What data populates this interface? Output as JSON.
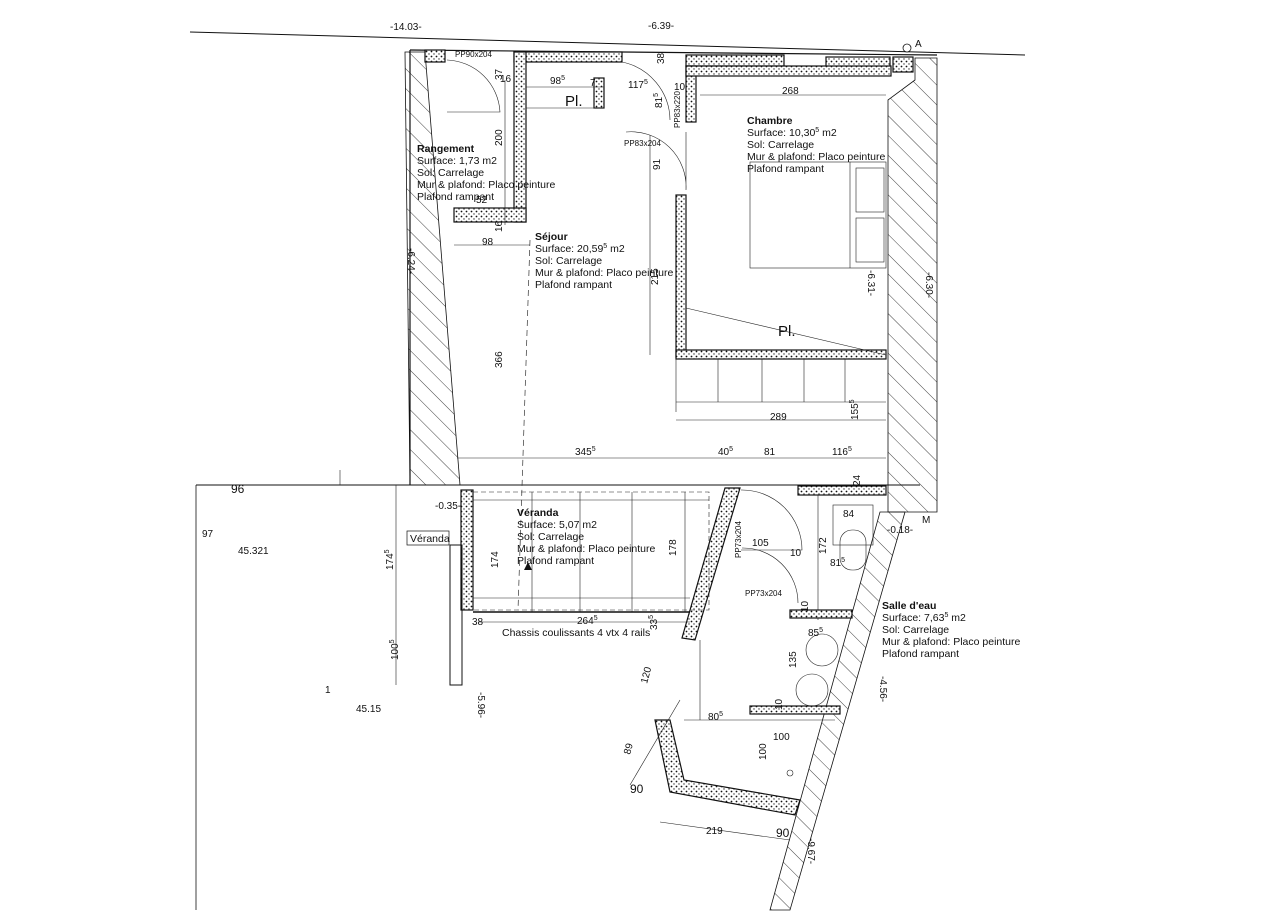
{
  "rooms": {
    "rangement": {
      "name": "Rangement",
      "surface": "Surface: 1,73 m2",
      "sol": "Sol: Carrelage",
      "mur": "Mur & plafond: Placo peinture",
      "plafond": "Plafond rampant"
    },
    "sejour": {
      "name": "Séjour",
      "surface": "Surface: 20,59",
      "surface_sup": "5",
      "surface_unit": " m2",
      "sol": "Sol: Carrelage",
      "mur": "Mur & plafond: Placo peinture",
      "plafond": "Plafond rampant"
    },
    "chambre": {
      "name": "Chambre",
      "surface": "Surface: 10,30",
      "surface_sup": "5",
      "surface_unit": " m2",
      "sol": "Sol: Carrelage",
      "mur": "Mur & plafond: Placo peinture",
      "plafond": "Plafond rampant"
    },
    "veranda": {
      "name": "Véranda",
      "surface": "Surface: 5,07 m2",
      "sol": "Sol: Carrelage",
      "mur": "Mur & plafond: Placo peinture",
      "plafond": "Plafond rampant"
    },
    "salle_eau": {
      "name": "Salle d'eau",
      "surface": "Surface: 7,63",
      "surface_sup": "5",
      "surface_unit": " m2",
      "sol": "Sol: Carrelage",
      "mur": "Mur & plafond: Placo peinture",
      "plafond": "Plafond rampant"
    }
  },
  "placards": {
    "pl1": "Pl.",
    "pl2": "Pl."
  },
  "doors": {
    "d1": "PP90x204",
    "d2": "PP83x204",
    "d3": "PP83x220",
    "d4": "PP73x204",
    "d5": "PP73x204"
  },
  "levels": {
    "l1": "-14.03-",
    "l2": "-6.39-",
    "l3": "-6.24-",
    "l4": "-6.31-",
    "l5": "-6.30-",
    "l6": "-0.35-",
    "l7": "-0.18-",
    "l8": "-5.96-",
    "l9": "-4.56-",
    "l10": "-9.67-"
  },
  "points": {
    "a": "A",
    "m": "M"
  },
  "survey": {
    "s1": "96",
    "s2": "97",
    "s3": "45.321",
    "s4": "1",
    "s5": "45.15",
    "s6": "90",
    "s7": "90"
  },
  "veranda_tag": "Véranda",
  "chassis": "Chassis coulissants 4 vtx 4 rails",
  "dims": {
    "d37": "37",
    "d16a": "16",
    "d98_5": "98",
    "d98_5_sup": "5",
    "d7": "7",
    "d38": "38",
    "d117_5": "117",
    "d117_5_sup": "5",
    "d81_5a": "81",
    "d81_5a_sup": "5",
    "d10a": "10",
    "d268": "268",
    "d200": "200",
    "d52": "52",
    "d16b": "16",
    "d91": "91",
    "d98": "98",
    "d215": "215",
    "d366": "366",
    "d289": "289",
    "d155_5": "155",
    "d155_5_sup": "5",
    "d345_5": "345",
    "d345_5_sup": "5",
    "d40_5": "40",
    "d40_5_sup": "5",
    "d81": "81",
    "d116_5": "116",
    "d116_5_sup": "5",
    "d24": "24",
    "d84": "84",
    "d174_5": "174",
    "d174_5_sup": "5",
    "d174": "174",
    "d178": "178",
    "d105": "105",
    "d10b": "10",
    "d172": "172",
    "d81_5b": "81",
    "d81_5b_sup": "5",
    "d264_5": "264",
    "d264_5_sup": "5",
    "d38b": "38",
    "d33_5": "33",
    "d33_5_sup": "5",
    "d100_5": "100",
    "d100_5_sup": "5",
    "d10c": "10",
    "d85_5": "85",
    "d85_5_sup": "5",
    "d135": "135",
    "d10d": "10",
    "d120": "120",
    "d80_5": "80",
    "d80_5_sup": "5",
    "d100a": "100",
    "d100b": "100",
    "d89": "89",
    "d219": "219"
  }
}
